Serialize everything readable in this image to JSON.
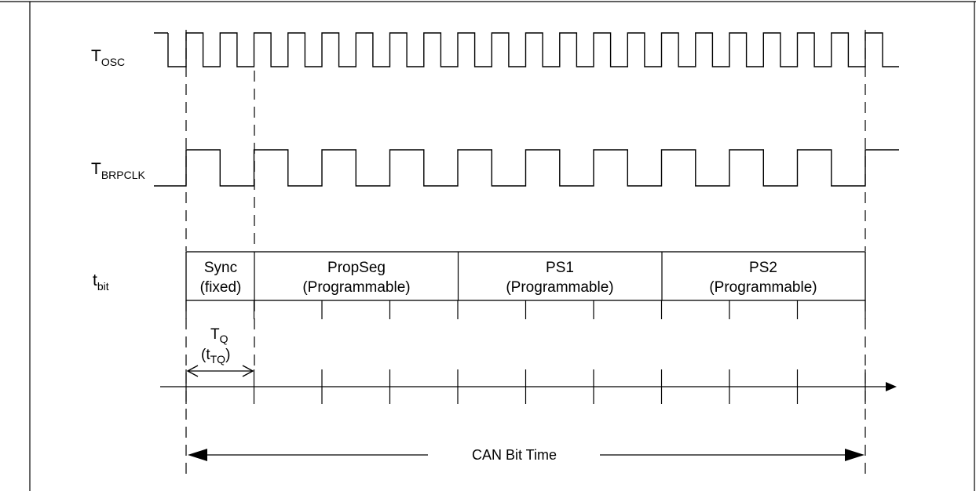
{
  "signals": {
    "tosc": {
      "main": "T",
      "sub": "OSC"
    },
    "tbrpclk": {
      "main": "T",
      "sub": "BRPCLK"
    },
    "tbit": {
      "main": "t",
      "sub": "bit"
    }
  },
  "segments": [
    {
      "name": "Sync",
      "detail": "(fixed)"
    },
    {
      "name": "PropSeg",
      "detail": "(Programmable)"
    },
    {
      "name": "PS1",
      "detail": "(Programmable)"
    },
    {
      "name": "PS2",
      "detail": "(Programmable)"
    }
  ],
  "tq": {
    "main": "T",
    "sub": "Q",
    "paren_open": "(t",
    "paren_sub": "TQ",
    "paren_close": ")"
  },
  "can_bit_time": "CAN Bit Time"
}
